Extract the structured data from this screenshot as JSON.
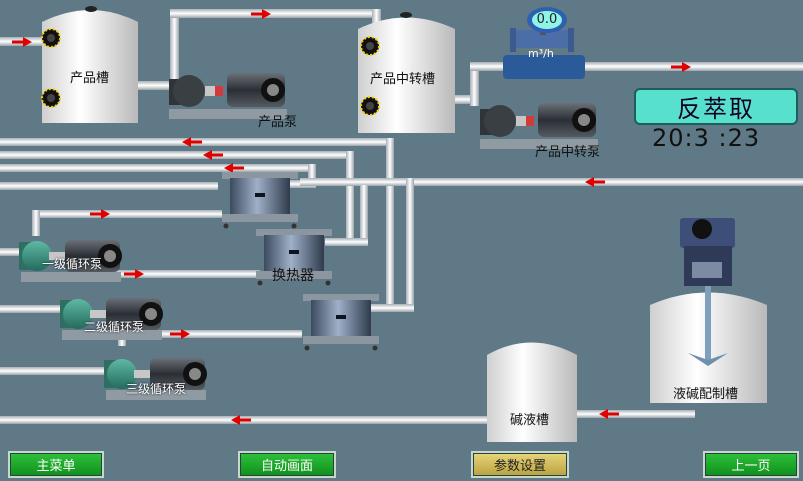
{
  "labels": {
    "product_tank": "产品槽",
    "product_pump": "产品泵",
    "product_transfer_tank": "产品中转槽",
    "product_transfer_pump": "产品中转泵",
    "heat_exchanger": "换热器",
    "pump1": "一级循环泵",
    "pump2": "二级循环泵",
    "pump3": "三级循环泵",
    "alkali_tank": "碱液槽",
    "alkali_prep_tank": "液碱配制槽"
  },
  "status": {
    "mode": "反萃取",
    "timer": "20:3 :23"
  },
  "flowmeter": {
    "value": "0.0",
    "unit": "m³/h"
  },
  "buttons": {
    "main_menu": "主菜单",
    "auto_screen": "自动画面",
    "params": "参数设置",
    "prev_page": "上一页"
  },
  "colors": {
    "background": "#5f7a86",
    "pipe": "#e8ecef",
    "arrow": "#e00000",
    "mode_bg": "#57e0cc",
    "button_green": "#1aa528",
    "button_tan": "#d4bf5a"
  }
}
